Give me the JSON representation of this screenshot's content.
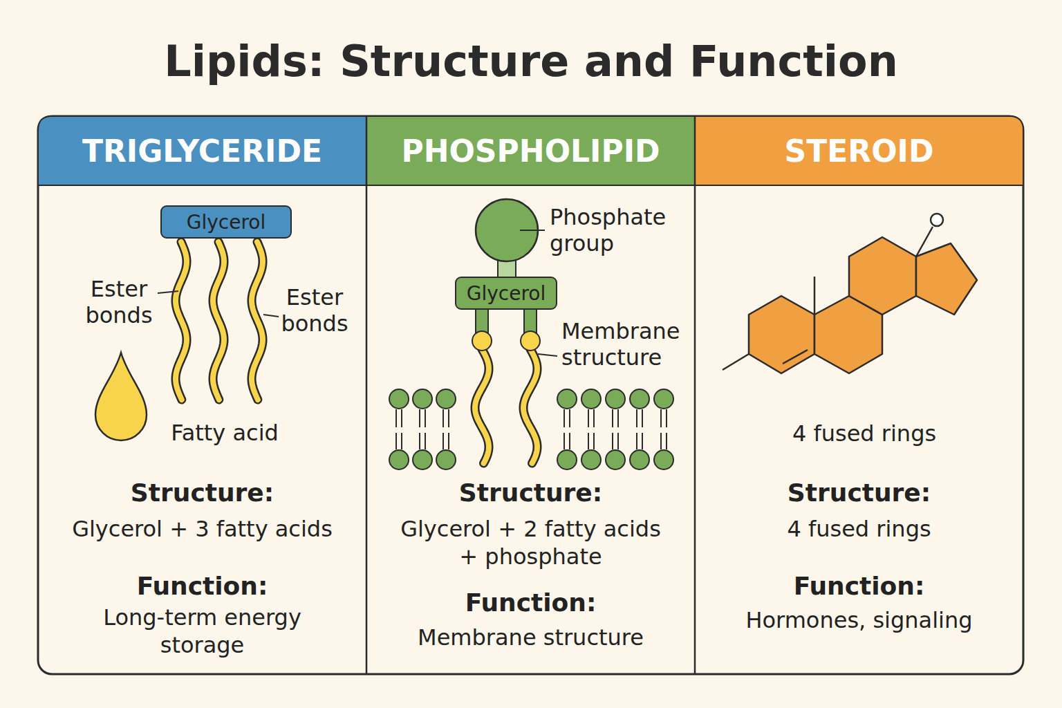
{
  "diagram": {
    "title": "Lipids: Structure and Function",
    "nodes": [
      {
        "text": [
          "TRIGLYCERIDE",
          "Structure:",
          "Glycerol + 3 fatty acids",
          "Function:",
          "Long-term energy storage"
        ]
      },
      {
        "text": [
          "Glycerol"
        ],
        "in": 0
      },
      {
        "text": [
          "PHOSPHOLIPID",
          "Structure:",
          "Glycerol + 2 fatty acids + phosphate",
          "Function:",
          "Membrane structure"
        ]
      },
      {
        "text": [
          "Glycerol"
        ],
        "in": 2
      },
      {
        "text": [
          "STEROID",
          "Structure:",
          "4 fused rings",
          "Function:",
          "Hormones, signaling"
        ]
      }
    ],
    "labels": [
      "Ester bonds",
      "Ester bonds",
      "Fatty acid",
      "Phosphate group",
      "Membrane structure",
      "4 fused rings"
    ]
  }
}
